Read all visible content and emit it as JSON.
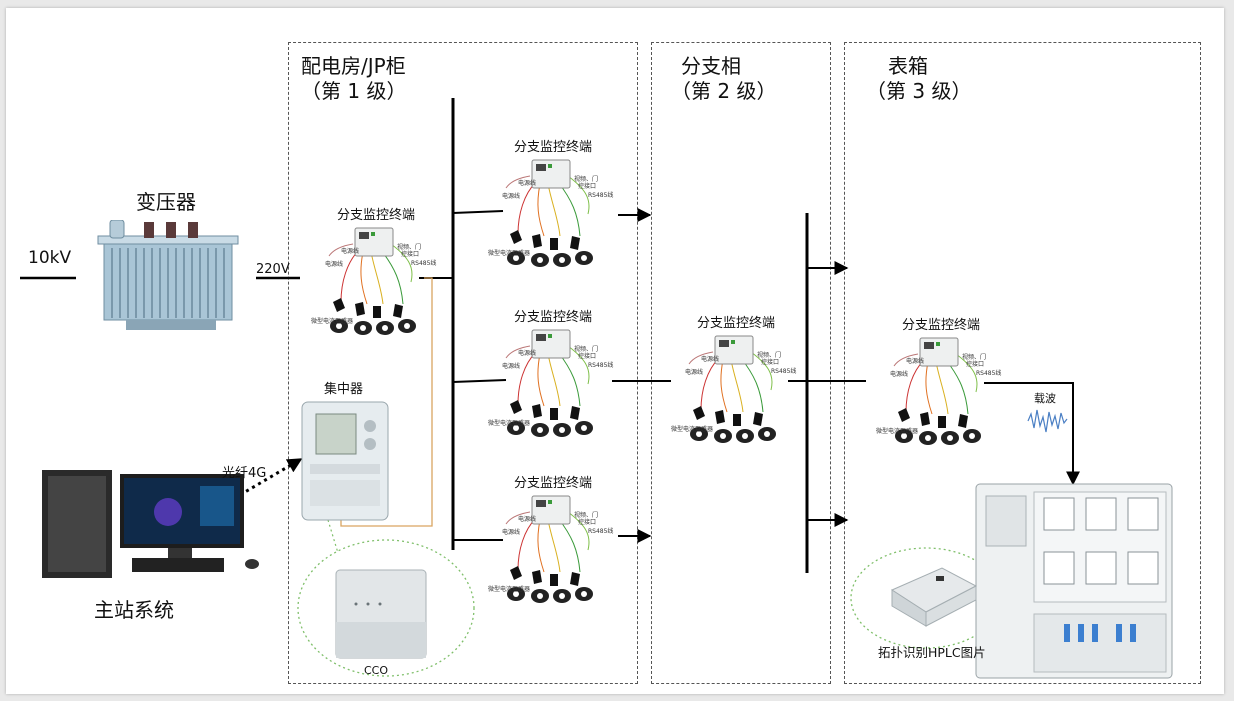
{
  "zones": {
    "level1": {
      "title": "配电房/JP柜",
      "level": "（第 1 级）"
    },
    "level2": {
      "title": "分支相",
      "level": "（第 2 级）"
    },
    "level3": {
      "title": "表箱",
      "level": "（第 3 级）"
    }
  },
  "labels": {
    "transformer": "变压器",
    "voltage_in": "10kV",
    "voltage_out": "220V",
    "concentrator": "集中器",
    "link": "光纤4G",
    "master_station": "主站系统",
    "cco": "CCO",
    "carrier": "载波",
    "hplc": "拓扑识别HPLC图片"
  },
  "terminal": {
    "title": "分支监控终端",
    "power_line": "电源线",
    "video_port": "视频、门",
    "control_port": "控接口",
    "rs485": "RS485线",
    "ct": "微型电流互感器"
  }
}
